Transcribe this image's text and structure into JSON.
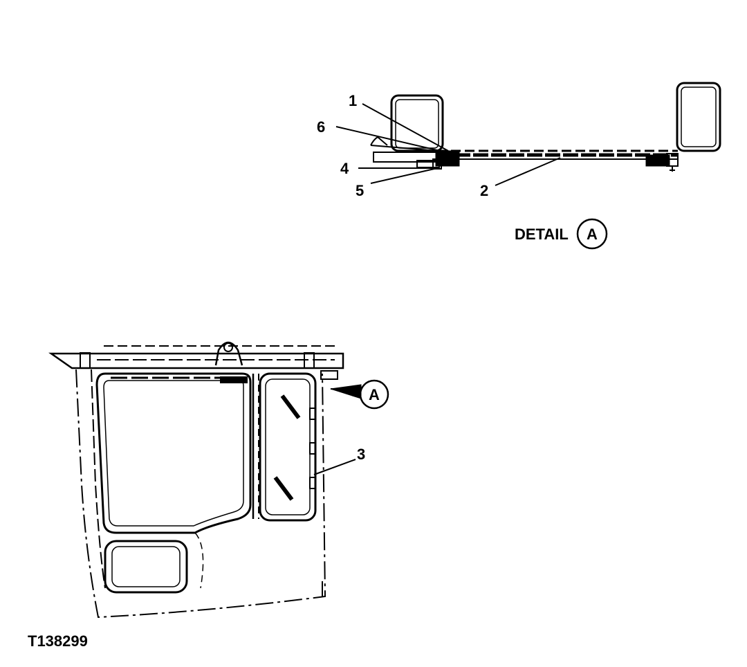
{
  "figure_id": "T138299",
  "detail_label": "DETAIL",
  "detail_letter": "A",
  "view_marker_letter": "A",
  "callouts": {
    "c1": "1",
    "c2": "2",
    "c3": "3",
    "c4": "4",
    "c5": "5",
    "c6": "6"
  }
}
